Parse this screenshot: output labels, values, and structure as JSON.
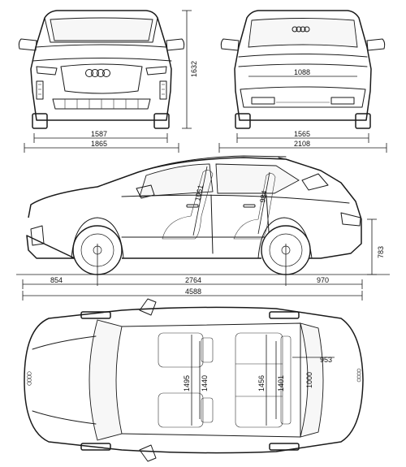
{
  "dimensions": {
    "height": "1632",
    "front_track": "1587",
    "body_width": "1865",
    "rear_track": "1565",
    "mirror_width": "2108",
    "trunk_opening": "1088",
    "front_headroom": "1061",
    "rear_headroom": "984",
    "ground_clearance": "783",
    "front_overhang": "854",
    "wheelbase": "2764",
    "rear_overhang": "970",
    "length": "4588",
    "front_shoulder": "1495",
    "front_elbow": "1440",
    "rear_shoulder": "1456",
    "rear_elbow": "1401",
    "cargo_length": "953",
    "cargo_width": "1000"
  },
  "views": [
    "front",
    "rear",
    "side",
    "top"
  ]
}
